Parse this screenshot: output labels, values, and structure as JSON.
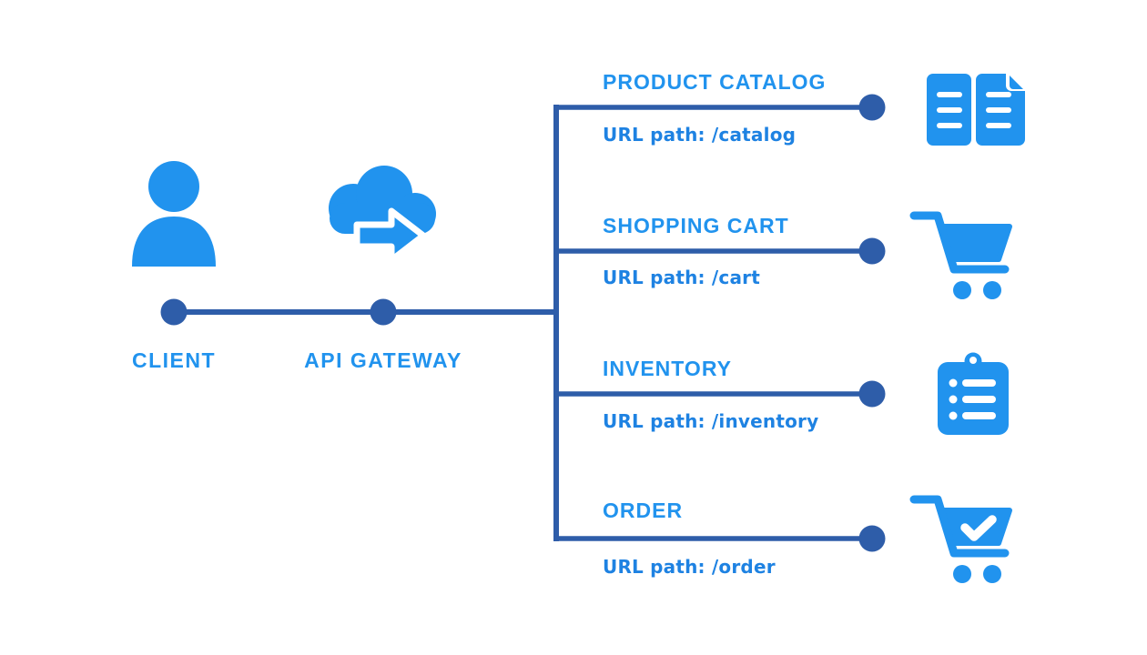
{
  "diagram": {
    "title": "API Gateway routing diagram",
    "client": {
      "label": "CLIENT",
      "icon": "person-icon"
    },
    "gateway": {
      "label": "API GATEWAY",
      "icon": "cloud-forward-icon"
    },
    "services": [
      {
        "title": "PRODUCT CATALOG",
        "url_path": "URL path: /catalog",
        "icon": "documents-icon"
      },
      {
        "title": "SHOPPING CART",
        "url_path": "URL path: /cart",
        "icon": "shopping-cart-icon"
      },
      {
        "title": "INVENTORY",
        "url_path": "URL path: /inventory",
        "icon": "clipboard-list-icon"
      },
      {
        "title": "ORDER",
        "url_path": "URL path: /order",
        "icon": "cart-check-icon"
      }
    ],
    "colors": {
      "accent": "#2193EE",
      "url_text": "#1E82E2",
      "connector_line": "#2E5DA9",
      "background": "#FFFFFF"
    }
  }
}
